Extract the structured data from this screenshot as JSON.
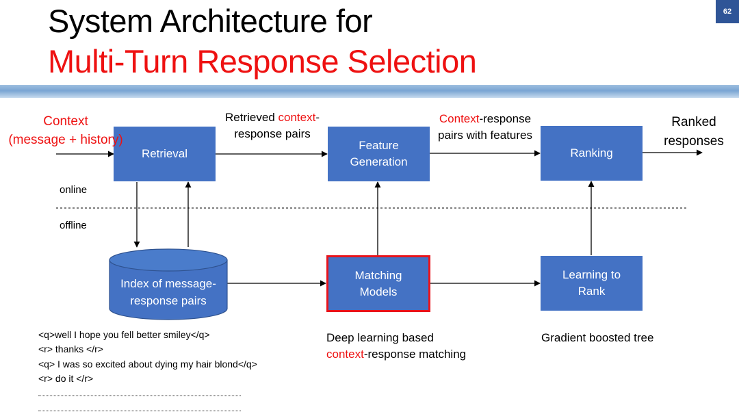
{
  "slide": {
    "title_line1": "System Architecture for",
    "title_line2": "Multi-Turn Response Selection",
    "page_number": "62"
  },
  "colors": {
    "box_fill": "#4472c4",
    "highlight_border": "#e8141c",
    "accent_red": "#ee1111",
    "page_badge": "#2f5597"
  },
  "diagram": {
    "boxes": {
      "retrieval": "Retrieval",
      "feature_line1": "Feature",
      "feature_line2": "Generation",
      "ranking": "Ranking",
      "matching_line1": "Matching",
      "matching_line2": "Models",
      "learning_line1": "Learning to",
      "learning_line2": "Rank",
      "index_line1": "Index of message-",
      "index_line2": "response pairs"
    },
    "labels": {
      "context_title": "Context",
      "context_sub": "(message + history)",
      "retrieved_prefix": "Retrieved ",
      "retrieved_red": "context",
      "retrieved_dash": "-",
      "retrieved_line2": "response pairs",
      "cr_red": "Context",
      "cr_rest": "-response",
      "cr_line2": "pairs with features",
      "ranked_line1": "Ranked",
      "ranked_line2": "responses",
      "online": "online",
      "offline": "offline",
      "deep_line1": "Deep learning based",
      "deep_red": "context",
      "deep_rest": "-response matching",
      "gbt": "Gradient boosted tree"
    },
    "examples": [
      "<q>well I hope you fell better smiley</q>",
      "<r> thanks </r>",
      "<q> I was so excited about dying my hair blond</q>",
      "<r> do it </r>"
    ]
  }
}
